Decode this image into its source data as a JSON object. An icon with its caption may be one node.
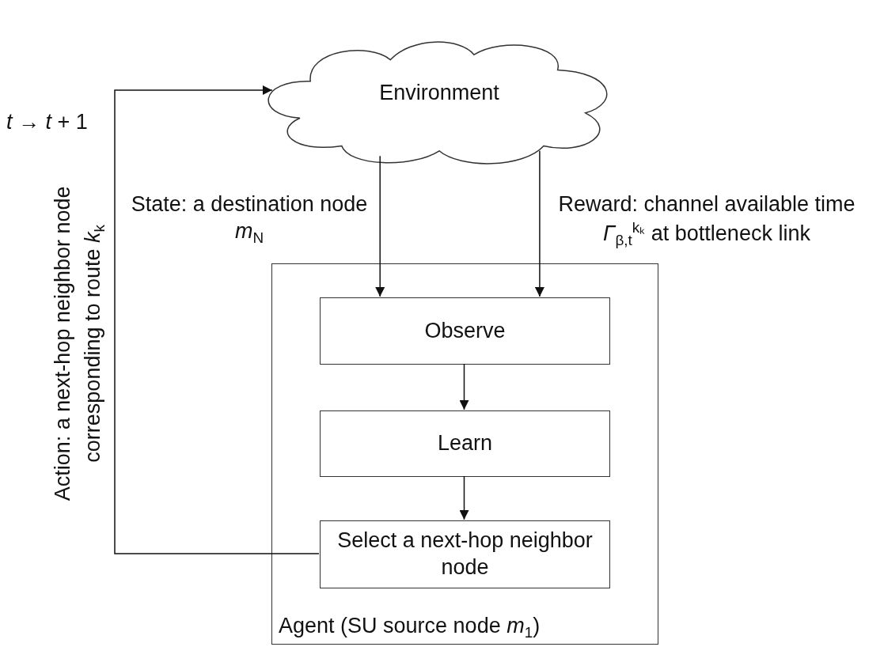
{
  "diagram": {
    "nodes": [
      {
        "text": [
          "Environment"
        ]
      },
      {
        "text": [
          "Agent (SU source node *m*$_{1}$)"
        ]
      },
      {
        "text": [
          "Observe"
        ],
        "in": 1
      },
      {
        "text": [
          "Learn"
        ],
        "in": 1
      },
      {
        "text": [
          "Select a next-hop neighbor node"
        ],
        "in": 1
      }
    ],
    "edges": [
      {
        "from": 0,
        "to": 2,
        "arrow": "to",
        "label": "State: a destination node *m*$_{N}$"
      },
      {
        "from": 0,
        "to": 2,
        "arrow": "to",
        "label": "Reward: channel available time *Γ*$_{β,t}$$^{kₖ}$ at bottleneck link"
      },
      {
        "from": 2,
        "to": 3,
        "arrow": "to"
      },
      {
        "from": 3,
        "to": 4,
        "arrow": "to"
      },
      {
        "from": 4,
        "to": 0,
        "arrow": "to",
        "label": "Action: a next-hop neighbor node corresponding to route *k*$_{k}$"
      }
    ],
    "labels": [
      "*t* → *t* + 1"
    ]
  }
}
